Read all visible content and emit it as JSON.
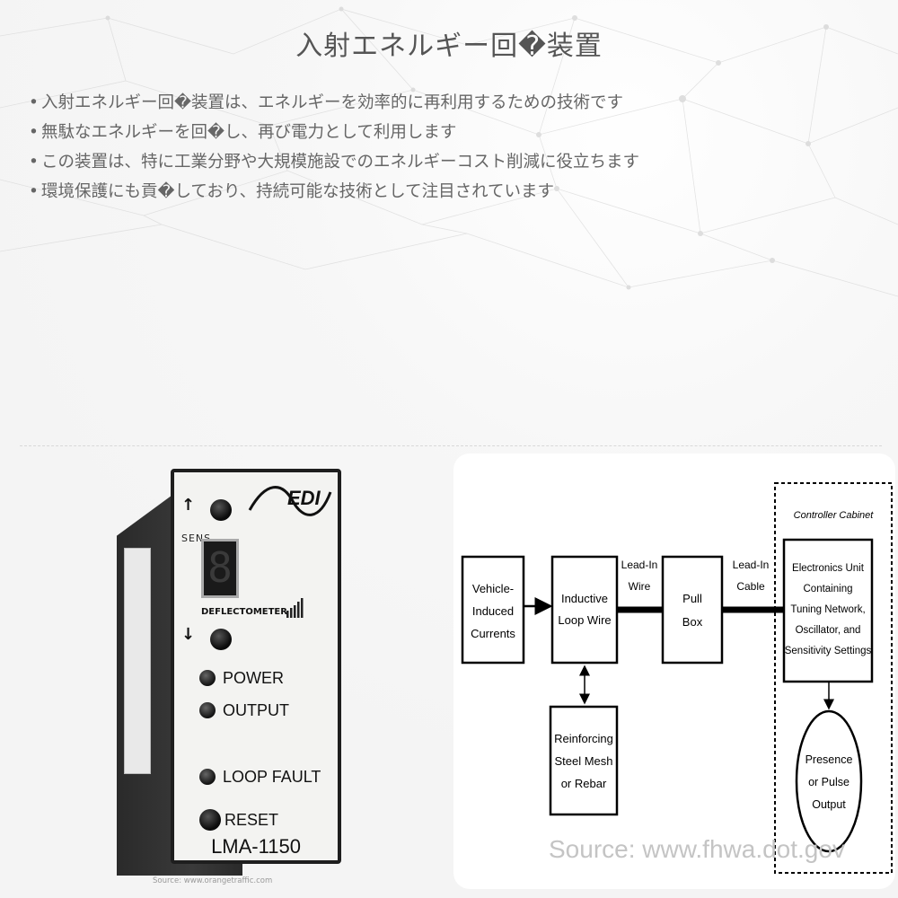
{
  "title": "入射エネルギー回�装置",
  "bullets": [
    "入射エネルギー回�装置は、エネルギーを効率的に再利用するための技術です",
    "無駄なエネルギーを回�し、再び電力として利用します",
    "この装置は、特に工業分野や大規模施設でのエネルギーコスト削減に役立ちます",
    "環境保護にも貢�しており、持続可能な技術として注目されています"
  ],
  "device": {
    "logo": "EDI",
    "sens_label": "SENS",
    "display_digit": "8",
    "deflectometer": "DEFLECTOMETER",
    "leds": [
      "POWER",
      "OUTPUT",
      "LOOP FAULT"
    ],
    "reset_label": "RESET",
    "model": "LMA-1150",
    "source": "Source: www.orangetraffic.com"
  },
  "diagram": {
    "boxes": {
      "vehicle": [
        "Vehicle-",
        "Induced",
        "Currents"
      ],
      "loop": [
        "Inductive",
        "Loop Wire"
      ],
      "pull": [
        "Pull",
        "Box"
      ],
      "electronics": [
        "Electronics Unit",
        "Containing",
        "Tuning Network,",
        "Oscillator, and",
        "Sensitivity Settings"
      ],
      "steel": [
        "Reinforcing",
        "Steel Mesh",
        "or Rebar"
      ],
      "presence": [
        "Presence",
        "or Pulse",
        "Output"
      ]
    },
    "labels": {
      "leadin_wire": [
        "Lead-In",
        "Wire"
      ],
      "leadin_cable": [
        "Lead-In",
        "Cable"
      ],
      "cabinet": "Controller Cabinet"
    },
    "source": "Source: www.fhwa.dot.gov"
  }
}
